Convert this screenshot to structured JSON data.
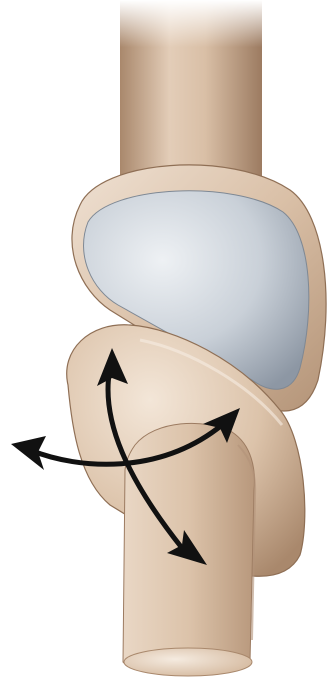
{
  "diagram": {
    "colors": {
      "background": "#ffffff",
      "bone": "#d9bfa6",
      "bone_dark": "#a9886c",
      "bone_light": "#efe1d3",
      "cartilage": "#c9d0d8",
      "cartilage_dark": "#8d97a4",
      "arrow": "#111111"
    },
    "parts": [
      {
        "id": "upper-shaft",
        "icon": "bone-shaft-icon"
      },
      {
        "id": "upper-cup",
        "icon": "concave-articular-surface-icon"
      },
      {
        "id": "lower-condyle",
        "icon": "convex-condyle-icon"
      },
      {
        "id": "lower-shaft",
        "icon": "bone-shaft-icon"
      }
    ],
    "motion_arrows": [
      {
        "id": "arrow-up",
        "icon": "arrow-head-icon"
      },
      {
        "id": "arrow-down-right",
        "icon": "arrow-head-icon"
      },
      {
        "id": "arrow-left",
        "icon": "arrow-head-icon"
      },
      {
        "id": "arrow-right",
        "icon": "arrow-head-icon"
      }
    ]
  }
}
